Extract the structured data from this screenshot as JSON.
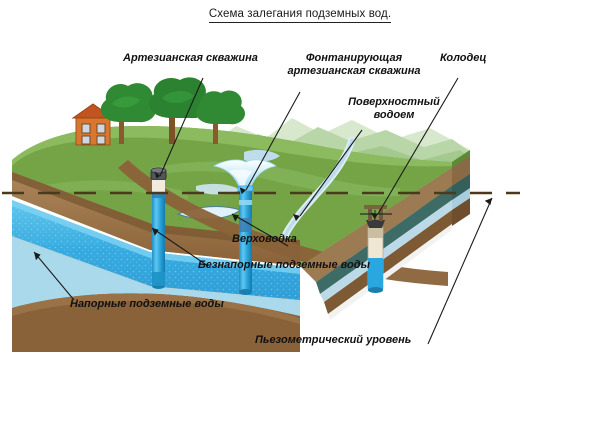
{
  "title": "Схема залегания подземных вод.",
  "labels": {
    "artesian_well": "Артезианская скважина",
    "flowing_artesian_well_line1": "Фонтанирующая",
    "flowing_artesian_well_line2": "артезианская скважина",
    "surface_water_line1": "Поверхностный",
    "surface_water_line2": "водоем",
    "dug_well": "Колодец",
    "perched_water": "Верховодка",
    "unconfined_groundwater": "Безнапорные подземные воды",
    "confined_groundwater": "Напорные подземные воды",
    "piezometric_level": "Пьезометрический уровень"
  },
  "colors": {
    "grass_top": "#6f9e3f",
    "grass_light": "#8dbb63",
    "hill_far": "#cfe3c4",
    "hill_mid": "#a9cf9a",
    "soil_brown": "#9c7a52",
    "soil_dark": "#7a5a36",
    "aquitard_brown": "#8a6239",
    "unconfined_water": "#3fb3e4",
    "confined_water": "#a8d8ea",
    "perched_water": "#cfe9f5",
    "dark_teal": "#3d6b66",
    "well_pipe": "#29a8e0",
    "house_wall": "#d9772f",
    "house_roof": "#c2551f",
    "tree_leaf": "#2f8a33",
    "tree_trunk": "#8a5a2b",
    "stream": "#cfe6f2",
    "dash_line": "#4a3a1d",
    "leader_line": "#1b1b1b",
    "text": "#111111"
  },
  "icons": {
    "piezometric_dash": "dashed-line-icon",
    "leader": "leader-line-icon"
  }
}
